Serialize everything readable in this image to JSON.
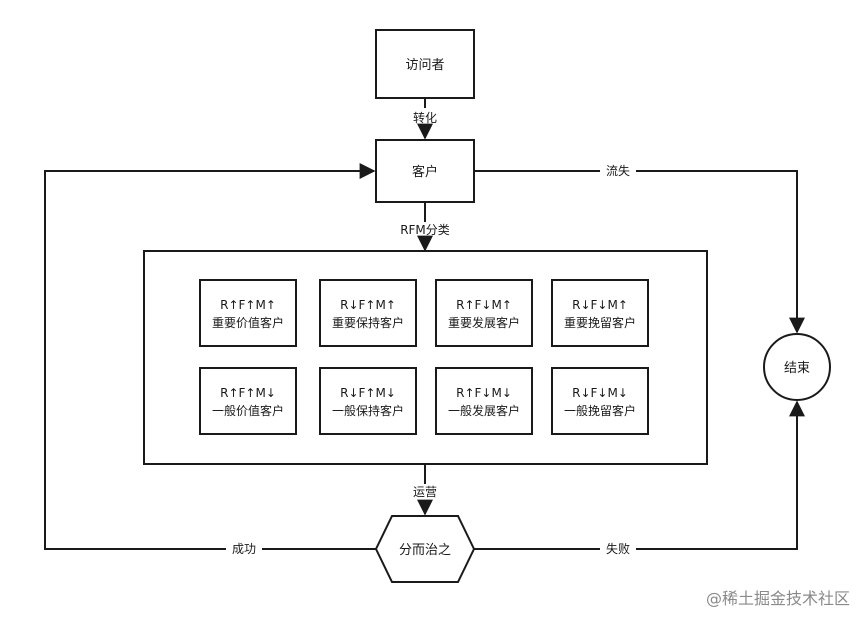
{
  "nodes": {
    "visitor": "访问者",
    "customer": "客户",
    "end": "结束",
    "strategy": "分而治之"
  },
  "edges": {
    "convert": "转化",
    "rfm": "RFM分类",
    "churn": "流失",
    "operate": "运营",
    "success": "成功",
    "failure": "失败"
  },
  "segments": [
    {
      "code": "R↑F↑M↑",
      "name": "重要价值客户"
    },
    {
      "code": "R↓F↑M↑",
      "name": "重要保持客户"
    },
    {
      "code": "R↑F↓M↑",
      "name": "重要发展客户"
    },
    {
      "code": "R↓F↓M↑",
      "name": "重要挽留客户"
    },
    {
      "code": "R↑F↑M↓",
      "name": "一般价值客户"
    },
    {
      "code": "R↓F↑M↓",
      "name": "一般保持客户"
    },
    {
      "code": "R↑F↓M↓",
      "name": "一般发展客户"
    },
    {
      "code": "R↓F↓M↓",
      "name": "一般挽留客户"
    }
  ],
  "watermark": "@稀土掘金技术社区"
}
